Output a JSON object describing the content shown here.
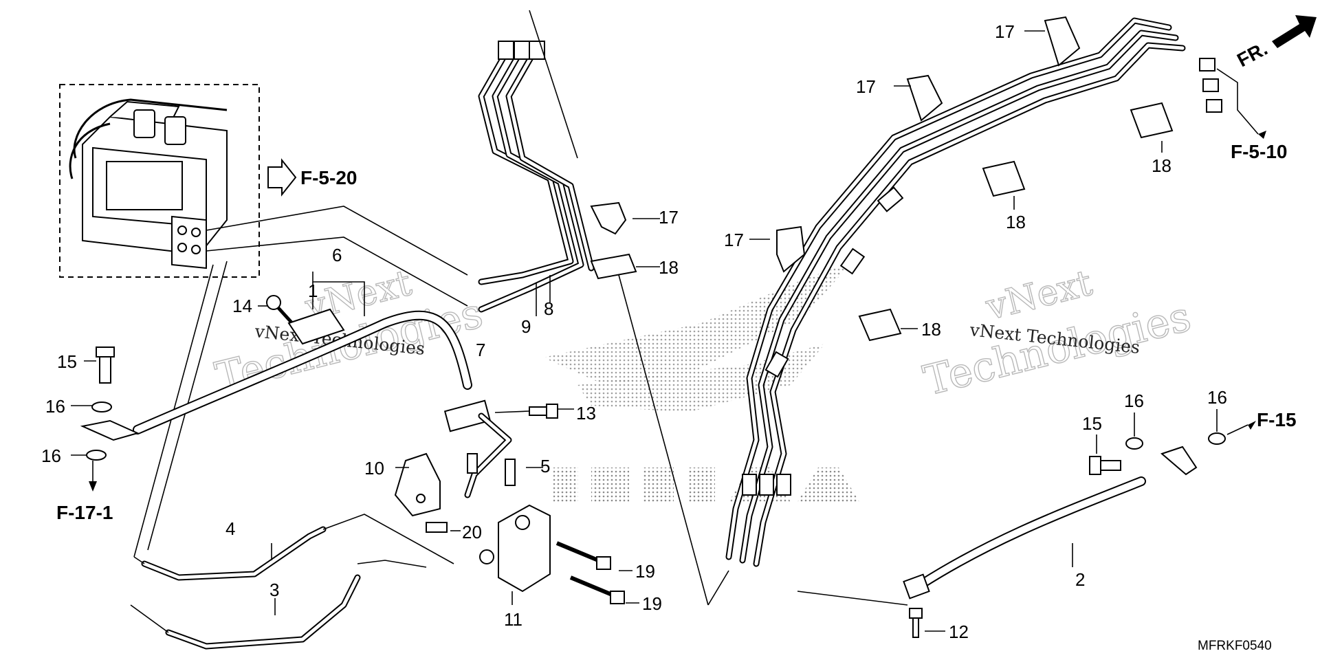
{
  "diagram": {
    "refs": {
      "abs_modulator": "F-5-20",
      "lower": "F-17-1",
      "front": "F-5-10",
      "right": "F-15"
    },
    "direction_label": "FR.",
    "code": "MFRKF0540",
    "watermark": {
      "line1": "vNext",
      "line2": "Technologies",
      "small": "vNext Technologies"
    },
    "callouts": {
      "c1": "1",
      "c2": "2",
      "c3": "3",
      "c4": "4",
      "c5": "5",
      "c6": "6",
      "c7": "7",
      "c8": "8",
      "c9": "9",
      "c10": "10",
      "c11": "11",
      "c12": "12",
      "c13": "13",
      "c14": "14",
      "c15a": "15",
      "c15b": "15",
      "c16a": "16",
      "c16b": "16",
      "c16c": "16",
      "c16d": "16",
      "c17a": "17",
      "c17b": "17",
      "c17c": "17",
      "c17d": "17",
      "c18a": "18",
      "c18b": "18",
      "c18c": "18",
      "c18d": "18",
      "c19a": "19",
      "c19b": "19",
      "c20": "20"
    }
  }
}
